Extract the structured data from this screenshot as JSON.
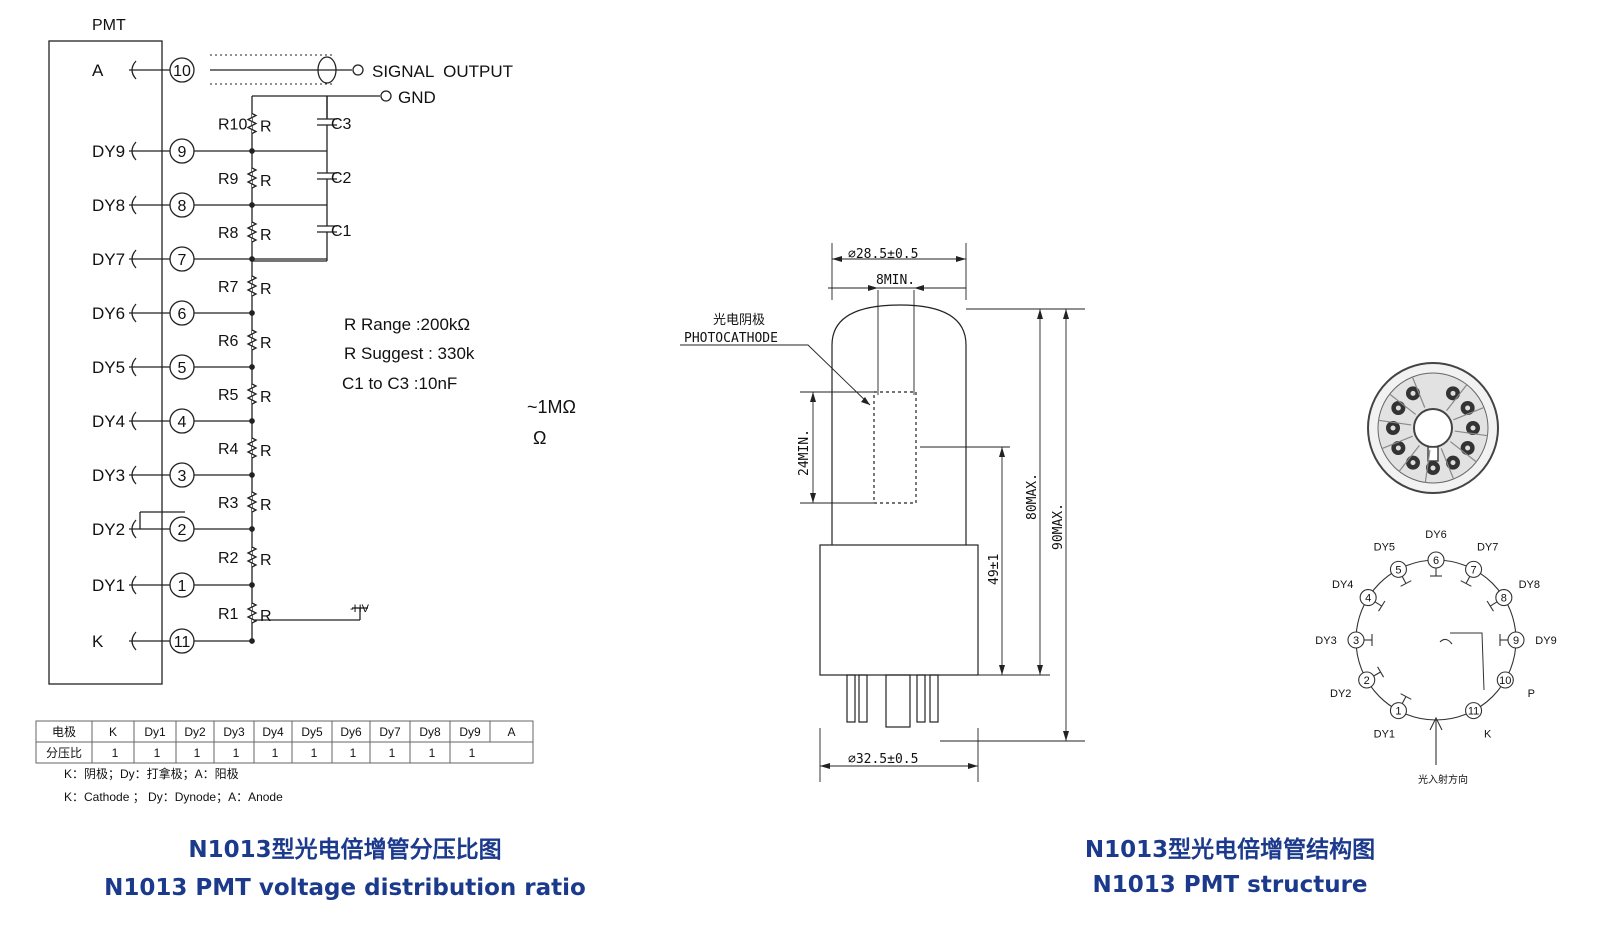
{
  "circuit": {
    "pmt_label": "PMT",
    "signal_output": "SIGNAL  OUTPUT",
    "gnd": "GND",
    "hv": "-HV",
    "electrodes": [
      {
        "name": "A",
        "pin": "10"
      },
      {
        "name": "DY9",
        "pin": "9"
      },
      {
        "name": "DY8",
        "pin": "8"
      },
      {
        "name": "DY7",
        "pin": "7"
      },
      {
        "name": "DY6",
        "pin": "6"
      },
      {
        "name": "DY5",
        "pin": "5"
      },
      {
        "name": "DY4",
        "pin": "4"
      },
      {
        "name": "DY3",
        "pin": "3"
      },
      {
        "name": "DY2",
        "pin": "2"
      },
      {
        "name": "DY1",
        "pin": "1"
      },
      {
        "name": "K",
        "pin": "11"
      }
    ],
    "resistors": [
      "R10",
      "R9",
      "R8",
      "R7",
      "R6",
      "R5",
      "R4",
      "R3",
      "R2",
      "R1"
    ],
    "resistor_value": "R",
    "capacitors": [
      "C3",
      "C2",
      "C1"
    ],
    "spec_lines": [
      "R Range :200kΩ",
      "R Suggest : 330k",
      "C1  to  C3 :10nF"
    ],
    "extra_1": "~1MΩ",
    "extra_2": "Ω"
  },
  "ratio_table": {
    "row1": [
      "电极",
      "K",
      "Dy1",
      "Dy2",
      "Dy3",
      "Dy4",
      "Dy5",
      "Dy6",
      "Dy7",
      "Dy8",
      "Dy9",
      "A"
    ],
    "row2": [
      "分压比",
      "1",
      "1",
      "1",
      "1",
      "1",
      "1",
      "1",
      "1",
      "1",
      "1"
    ],
    "note_cn": "K：阴极；Dy：打拿极；A：阳极",
    "note_en": "K：Cathode ； Dy：Dynode；A：Anode"
  },
  "structure": {
    "dim_top_dia": "∅28.5±0.5",
    "dim_min": "8MIN.",
    "photocathode_cn": "光电阴极",
    "photocathode_en": "PHOTOCATHODE",
    "dim_24": "24MIN.",
    "dim_49": "49±1",
    "dim_80": "80MAX.",
    "dim_90": "90MAX.",
    "dim_bottom_dia": "∅32.5±0.5"
  },
  "pinout": {
    "labels": [
      {
        "name": "DY6",
        "pin": "6"
      },
      {
        "name": "DY7",
        "pin": "7"
      },
      {
        "name": "DY8",
        "pin": "8"
      },
      {
        "name": "DY9",
        "pin": "9"
      },
      {
        "name": "P",
        "pin": "10"
      },
      {
        "name": "K",
        "pin": "11"
      },
      {
        "name": "DY1",
        "pin": "1"
      },
      {
        "name": "DY2",
        "pin": "2"
      },
      {
        "name": "DY3",
        "pin": "3"
      },
      {
        "name": "DY4",
        "pin": "4"
      },
      {
        "name": "DY5",
        "pin": "5"
      }
    ],
    "light_direction": "光入射方向"
  },
  "captions": {
    "left_cn": "N1013型光电倍增管分压比图",
    "left_en": "N1013 PMT voltage distribution ratio",
    "right_cn": "N1013型光电倍增管结构图",
    "right_en": "N1013 PMT structure"
  }
}
